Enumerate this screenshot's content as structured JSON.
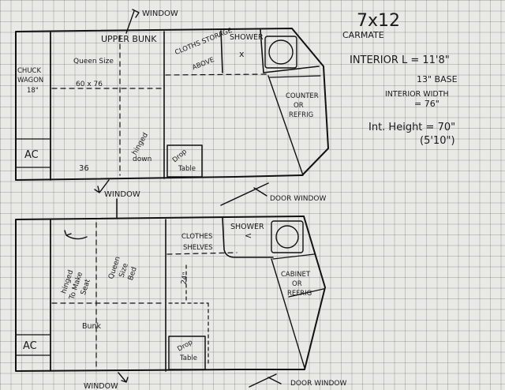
{
  "header": {
    "title": "7x12",
    "subtitle": "CARMATE",
    "interior_length": "INTERIOR L = 11'8\"",
    "base": "13\" BASE",
    "interior_width_line1": "INTERIOR WIDTH",
    "interior_width_line2": "= 76\"",
    "height_line1": "Int. Height = 70\"",
    "height_line2": "(5'10\")"
  },
  "top_plan": {
    "window_top": "WINDOW",
    "upper_bunk": "UPPER BUNK",
    "shower": "SHOWER",
    "cloths_storage": "CLOTHS STORAGE",
    "above": "ABOVE",
    "chuck_wagon_line1": "CHUCK",
    "chuck_wagon_line2": "WAGON",
    "chuck_wagon_line3": "18\"",
    "queen_size": "Queen Size",
    "dims": "60 x 76",
    "hinged_line1": "hinged",
    "hinged_line2": "down",
    "ac": "AC",
    "width_36": "36",
    "drop_table_line1": "Drop",
    "drop_table_line2": "Table",
    "counter_line1": "COUNTER",
    "counter_line2": "OR",
    "counter_line3": "REFRIG",
    "door_window": "DOOR WINDOW",
    "window_bottom": "WINDOW"
  },
  "bottom_plan": {
    "shower": "SHOWER",
    "clothes_shelves_line1": "CLOTHES",
    "clothes_shelves_line2": "SHELVES",
    "hinged_line1": "hinged",
    "hinged_line2": "To Make",
    "hinged_line3": "Seat",
    "queen_line1": "Queen",
    "queen_line2": "Size",
    "queen_line3": "Bed",
    "dim_24": "24\"",
    "bunk": "Bunk",
    "ac": "AC",
    "drop_table_line1": "Drop",
    "drop_table_line2": "Table",
    "cabinet_line1": "CABINET",
    "cabinet_line2": "OR",
    "cabinet_line3": "REFRIG",
    "window_bottom": "WINDOW",
    "door_window": "DOOR WINDOW"
  }
}
